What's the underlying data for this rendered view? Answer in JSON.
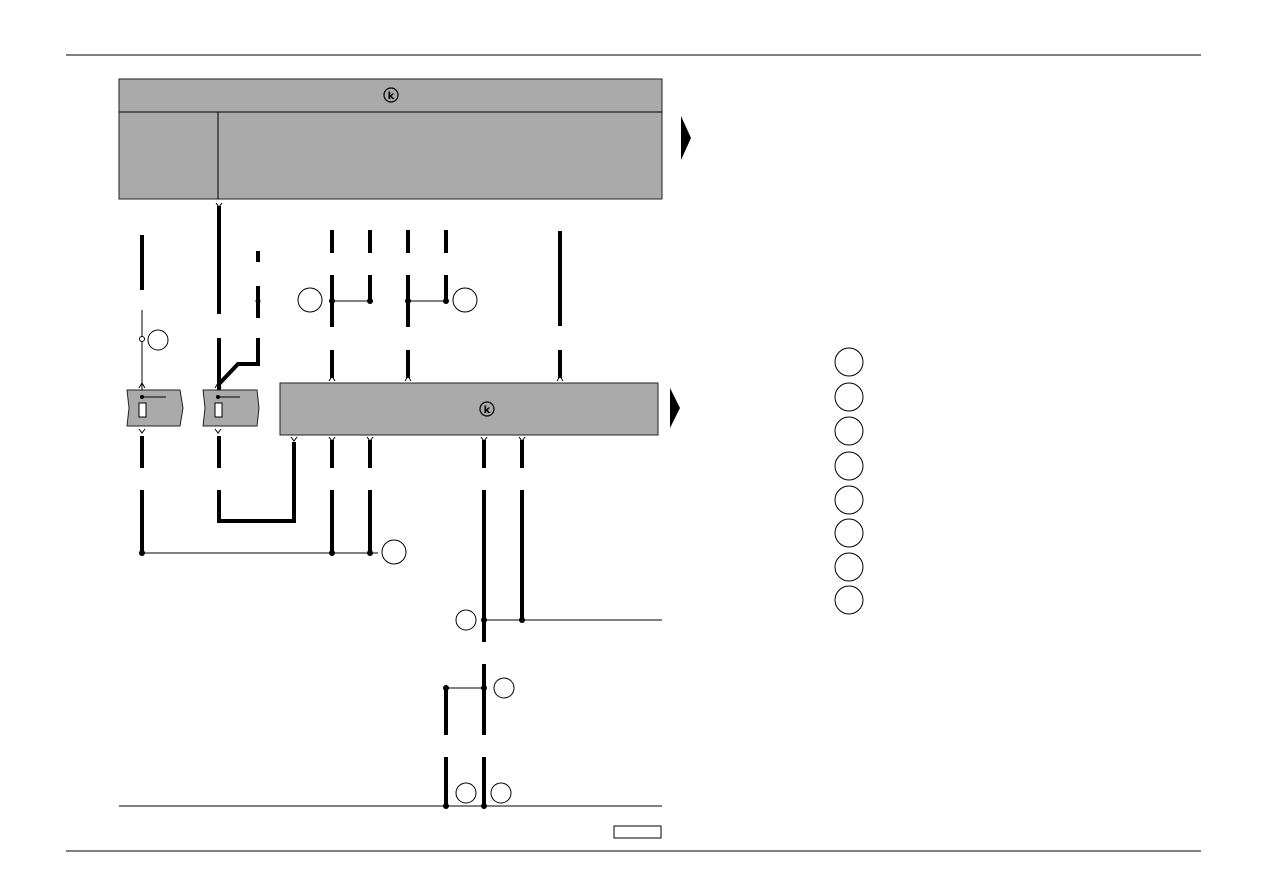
{
  "diagram": {
    "type": "wiring-diagram",
    "top_module_symbol": "k",
    "lower_module_symbol": "k",
    "legend_item_count": 8
  }
}
